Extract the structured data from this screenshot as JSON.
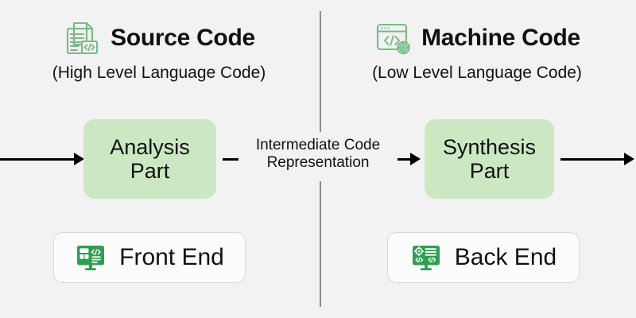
{
  "background_color": "#f2f2f2",
  "accent_green_box": "#cbe8c2",
  "accent_green_icon": "#2e9e52",
  "icon_outline_green": "#7cb88a",
  "divider_color": "#8d8d8d",
  "arrow_color": "#000000",
  "diagram": {
    "title_left": "Source Code",
    "subtitle_left": "(High Level Language Code)",
    "icon_left": "source-code-documents-icon",
    "title_right": "Machine Code",
    "subtitle_right": "(Low Level Language Code)",
    "icon_right": "machine-code-window-gear-icon",
    "box_left_line1": "Analysis",
    "box_left_line2": "Part",
    "middle_label_line1": "Intermediate Code",
    "middle_label_line2": "Representation",
    "box_right_line1": "Synthesis",
    "box_right_line2": "Part",
    "card_left_label": "Front End",
    "card_left_icon": "monitor-layout-code-icon",
    "card_right_label": "Back End",
    "card_right_icon": "monitor-gear-code-icon"
  }
}
